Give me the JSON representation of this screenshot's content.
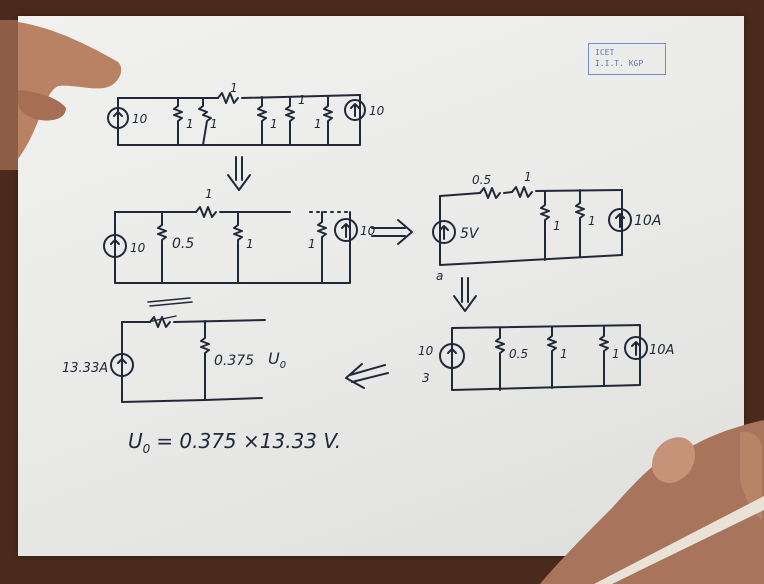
{
  "stamp": {
    "line1": "ICET",
    "line2": "I.I.T. KGP"
  },
  "circuit1": {
    "src_left": "10",
    "src_right": "10",
    "r_a": "1",
    "r_b": "1",
    "r_c": "1",
    "r_series": "1",
    "r_d": "1",
    "r_e": "1"
  },
  "circuit2": {
    "src_left": "10",
    "r_parallel": "0.5",
    "r_series": "1",
    "r_mid": "1",
    "r_right": "1",
    "src_right": "10"
  },
  "circuit3": {
    "r_top": "0.5",
    "r_series": "1",
    "src": "5V",
    "r_a": "1",
    "r_b": "1",
    "src_right": "10A",
    "node": "a"
  },
  "circuit4": {
    "src_num": "10",
    "src_den": "3",
    "r_a": "0.5",
    "r_b": "1",
    "r_c": "1",
    "src_right": "10A"
  },
  "circuit5": {
    "src": "13.33A",
    "r": "0.375",
    "vlabel": "U",
    "vsub": "0"
  },
  "equation": {
    "lhs": "U",
    "sub": "0",
    "rhs": "= 0.375 ×13.33  V."
  }
}
